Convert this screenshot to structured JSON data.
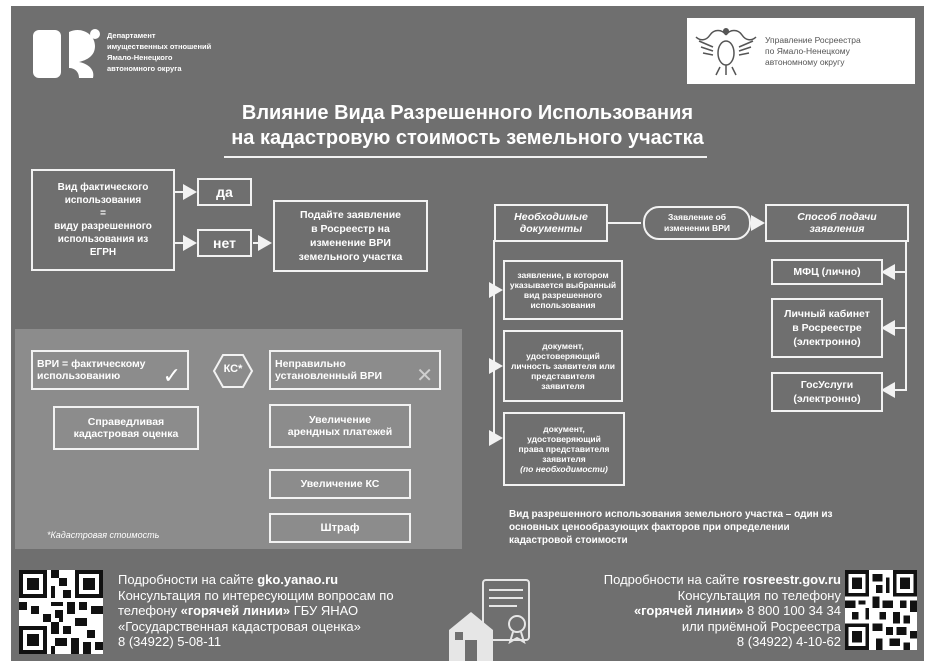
{
  "header": {
    "dept_lines": [
      "Департамент",
      "имущественных отношений",
      "Ямало-Ненецкого",
      "автономного округа"
    ],
    "rosreestr_lines": [
      "Управление Росреестра",
      "по Ямало-Ненецкому",
      "автономному округу"
    ]
  },
  "title": {
    "line1": "Влияние Вида Разрешенного Использования",
    "line2": "на кадастровую стоимость земельного участка"
  },
  "flow_left": {
    "main_box": [
      "Вид фактического",
      "использования",
      "=",
      "виду разрешенного",
      "использования из",
      "ЕГРН"
    ],
    "yes": "да",
    "no": "нет",
    "apply_box": [
      "Подайте заявление",
      "в Росреестр на",
      "изменение ВРИ",
      "земельного участка"
    ]
  },
  "panel": {
    "left_box": [
      "ВРИ = фактическому",
      "использованию"
    ],
    "ks": "КС*",
    "right_box": [
      "Неправильно",
      "установленный ВРИ"
    ],
    "fair": [
      "Справедливая",
      "кадастровая оценка"
    ],
    "rent": [
      "Увеличение",
      "арендных платежей"
    ],
    "ks_increase": "Увеличение КС",
    "fine": "Штраф",
    "footnote": "*Кадастровая стоимость"
  },
  "flow_right": {
    "docs_header": [
      "Необходимые",
      "документы"
    ],
    "application": [
      "Заявление об",
      "изменении ВРИ"
    ],
    "method_header": [
      "Способ подачи",
      "заявления"
    ],
    "doc1": [
      "заявление, в котором",
      "указывается выбранный",
      "вид разрешенного",
      "использования"
    ],
    "doc2": [
      "документ,",
      "удостоверяющий",
      "личность заявителя или",
      "представителя",
      "заявителя"
    ],
    "doc3": [
      "документ,",
      "удостоверяющий",
      "права представителя",
      "заявителя",
      "(по необходимости)"
    ],
    "mfc": "МФЦ (лично)",
    "cabinet": [
      "Личный кабинет",
      "в Росреестре",
      "(электронно)"
    ],
    "gosuslugi": [
      "ГосУслуги",
      "(электронно)"
    ]
  },
  "note": [
    "Вид разрешенного использования земельного участка – один из",
    "основных ценообразующих факторов при определении",
    "кадастровой стоимости"
  ],
  "footer_left": {
    "l1_prefix": "Подробности на сайте ",
    "l1_site": "gko.yanao.ru",
    "l2": "Консультация по интересующим вопросам по",
    "l3_prefix": "телефону ",
    "l3_bold": "«горячей линии»",
    "l3_suffix": " ГБУ ЯНАО",
    "l4": "«Государственная кадастровая оценка»",
    "l5": "8 (34922) 5-08-11"
  },
  "footer_right": {
    "l1_prefix": "Подробности на сайте ",
    "l1_site": "rosreestr.gov.ru",
    "l2": "Консультация  по телефону",
    "l3_bold": "«горячей линии»",
    "l3_suffix": " 8 800 100 34 34",
    "l4": "или приёмной Росреестра",
    "l5": "8 (34922) 4-10-62"
  }
}
